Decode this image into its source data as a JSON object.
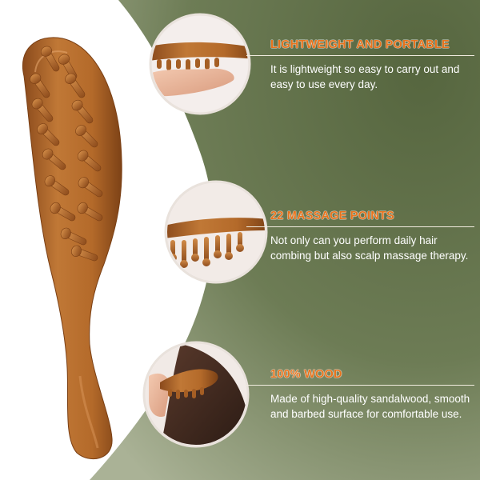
{
  "colors": {
    "background_green": "#67774f",
    "background_green_light": "#a3ad8e",
    "title_orange": "#e8731c",
    "wood": "#b76a2c",
    "body_text": "#ffffff"
  },
  "features": [
    {
      "title": "LIGHTWEIGHT AND PORTABLE",
      "description": "It is lightweight so easy to carry out and easy to use every day.",
      "icon": "hand-holding-brush-photo"
    },
    {
      "title": "22 MASSAGE POINTS",
      "description": "Not only can you perform daily hair combing but also scalp massage therapy.",
      "icon": "brush-bristles-closeup-photo"
    },
    {
      "title": "100% WOOD",
      "description": "Made of high-quality sandalwood, smooth and barbed surface for comfortable use.",
      "icon": "brush-in-hair-photo"
    }
  ]
}
